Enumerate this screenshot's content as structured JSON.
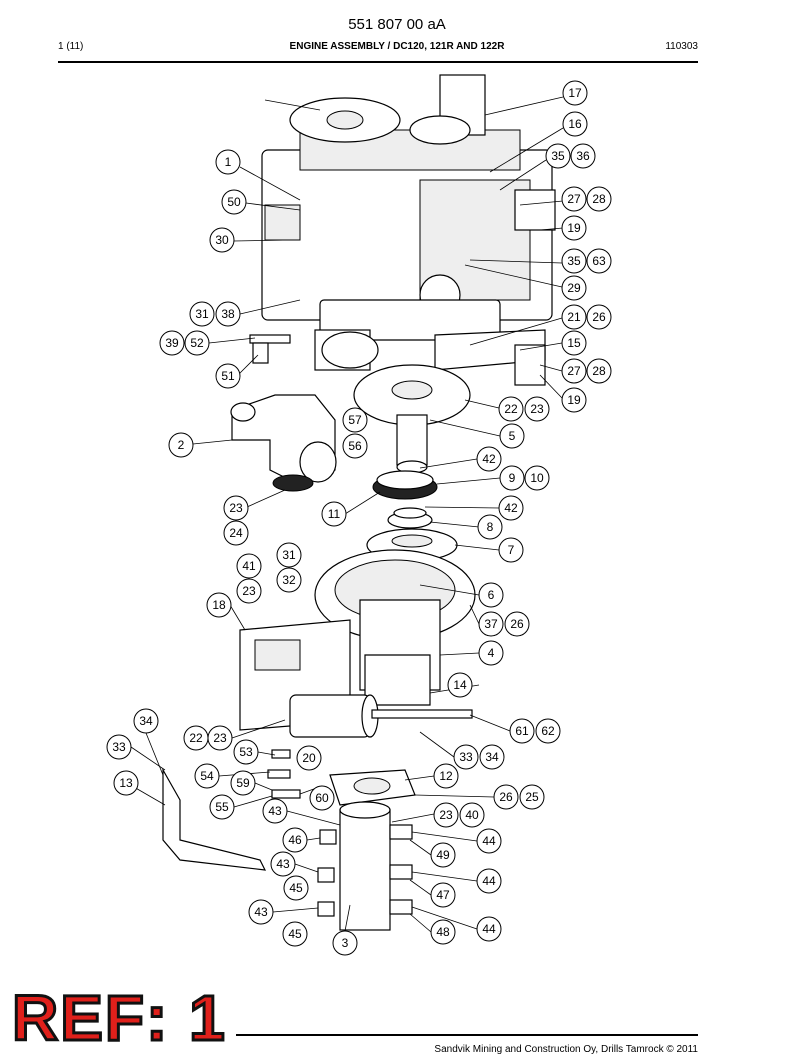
{
  "header": {
    "doc_number": "551 807 00 aA",
    "page": "1 (11)",
    "title": "ENGINE ASSEMBLY / DC120, 121R AND 122R",
    "date_code": "110303"
  },
  "footer": {
    "copyright": "Sandvik Mining and Construction Oy, Drills Tamrock © 2011",
    "stamp": "REF: 1"
  },
  "callouts": [
    {
      "id": "c17",
      "label": "17"
    },
    {
      "id": "c16",
      "label": "16"
    },
    {
      "id": "c35a",
      "label": "35"
    },
    {
      "id": "c36",
      "label": "36"
    },
    {
      "id": "c1",
      "label": "1"
    },
    {
      "id": "c27a",
      "label": "27"
    },
    {
      "id": "c28a",
      "label": "28"
    },
    {
      "id": "c50",
      "label": "50"
    },
    {
      "id": "c19a",
      "label": "19"
    },
    {
      "id": "c30",
      "label": "30"
    },
    {
      "id": "c35b",
      "label": "35"
    },
    {
      "id": "c63",
      "label": "63"
    },
    {
      "id": "c29",
      "label": "29"
    },
    {
      "id": "c31a",
      "label": "31"
    },
    {
      "id": "c38",
      "label": "38"
    },
    {
      "id": "c21",
      "label": "21"
    },
    {
      "id": "c26a",
      "label": "26"
    },
    {
      "id": "c39",
      "label": "39"
    },
    {
      "id": "c52",
      "label": "52"
    },
    {
      "id": "c15",
      "label": "15"
    },
    {
      "id": "c27b",
      "label": "27"
    },
    {
      "id": "c28b",
      "label": "28"
    },
    {
      "id": "c51",
      "label": "51"
    },
    {
      "id": "c19b",
      "label": "19"
    },
    {
      "id": "c57",
      "label": "57"
    },
    {
      "id": "c22a",
      "label": "22"
    },
    {
      "id": "c23a",
      "label": "23"
    },
    {
      "id": "c5",
      "label": "5"
    },
    {
      "id": "c2",
      "label": "2"
    },
    {
      "id": "c56",
      "label": "56"
    },
    {
      "id": "c42a",
      "label": "42"
    },
    {
      "id": "c9",
      "label": "9"
    },
    {
      "id": "c10",
      "label": "10"
    },
    {
      "id": "c23b",
      "label": "23"
    },
    {
      "id": "c11",
      "label": "11"
    },
    {
      "id": "c42b",
      "label": "42"
    },
    {
      "id": "c24",
      "label": "24"
    },
    {
      "id": "c8",
      "label": "8"
    },
    {
      "id": "c31b",
      "label": "31"
    },
    {
      "id": "c7",
      "label": "7"
    },
    {
      "id": "c41",
      "label": "41"
    },
    {
      "id": "c32",
      "label": "32"
    },
    {
      "id": "c23c",
      "label": "23"
    },
    {
      "id": "c6",
      "label": "6"
    },
    {
      "id": "c18",
      "label": "18"
    },
    {
      "id": "c37",
      "label": "37"
    },
    {
      "id": "c26b",
      "label": "26"
    },
    {
      "id": "c4",
      "label": "4"
    },
    {
      "id": "c14",
      "label": "14"
    },
    {
      "id": "c34a",
      "label": "34"
    },
    {
      "id": "c61",
      "label": "61"
    },
    {
      "id": "c62",
      "label": "62"
    },
    {
      "id": "c22b",
      "label": "22"
    },
    {
      "id": "c23d",
      "label": "23"
    },
    {
      "id": "c33a",
      "label": "33"
    },
    {
      "id": "c53",
      "label": "53"
    },
    {
      "id": "c20",
      "label": "20"
    },
    {
      "id": "c33b",
      "label": "33"
    },
    {
      "id": "c34b",
      "label": "34"
    },
    {
      "id": "c54",
      "label": "54"
    },
    {
      "id": "c12",
      "label": "12"
    },
    {
      "id": "c13",
      "label": "13"
    },
    {
      "id": "c59",
      "label": "59"
    },
    {
      "id": "c60",
      "label": "60"
    },
    {
      "id": "c26c",
      "label": "26"
    },
    {
      "id": "c25",
      "label": "25"
    },
    {
      "id": "c55",
      "label": "55"
    },
    {
      "id": "c43a",
      "label": "43"
    },
    {
      "id": "c23e",
      "label": "23"
    },
    {
      "id": "c40",
      "label": "40"
    },
    {
      "id": "c46",
      "label": "46"
    },
    {
      "id": "c44a",
      "label": "44"
    },
    {
      "id": "c49",
      "label": "49"
    },
    {
      "id": "c43b",
      "label": "43"
    },
    {
      "id": "c44b",
      "label": "44"
    },
    {
      "id": "c45a",
      "label": "45"
    },
    {
      "id": "c47",
      "label": "47"
    },
    {
      "id": "c43c",
      "label": "43"
    },
    {
      "id": "c44c",
      "label": "44"
    },
    {
      "id": "c48",
      "label": "48"
    },
    {
      "id": "c45b",
      "label": "45"
    },
    {
      "id": "c3",
      "label": "3"
    }
  ]
}
